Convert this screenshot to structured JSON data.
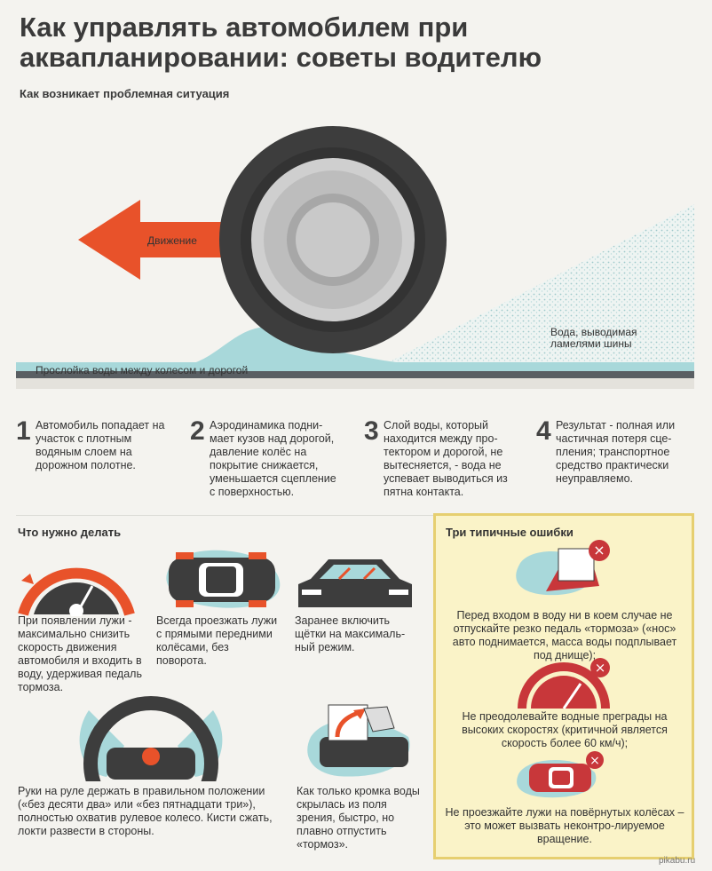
{
  "header": {
    "title": "Как управлять автомобилем при аквапланировании: советы водителю",
    "subtitle": "Как возникает проблемная ситуация"
  },
  "illustration": {
    "arrow_label": "Движение",
    "water_label": "Вода, выводимая ламелями шины",
    "layer_label": "Прослойка воды между колесом и дорогой"
  },
  "steps": [
    {
      "num": "1",
      "text": "Автомобиль попадает на участок с плотным водяным слоем на дорожном полотне."
    },
    {
      "num": "2",
      "text": "Аэродинамика подни-мает кузов над дорогой, давление колёс на покрытие снижается, уменьшается сцепление с поверхностью."
    },
    {
      "num": "3",
      "text": "Слой воды, который находится между про-тектором и дорогой, не вытесняется, - вода не успевает выводиться из пятна контакта."
    },
    {
      "num": "4",
      "text": "Результат - полная или частичная потеря сце-пления; транспортное средство практически неуправляемо."
    }
  ],
  "todo": {
    "title": "Что нужно делать",
    "tips": [
      "При появлении лужи - максимально снизить скорость движения автомобиля и входить в воду, удерживая педаль тормоза.",
      "Всегда проезжать лужи с прямыми передними колёсами, без поворота.",
      "Заранее включить щётки на максималь-ный режим.",
      "Руки на руле держать в правильном положении («без десяти два» или «без пятнадцати три»), полностью охватив рулевое колесо. Кисти сжать, локти развести в стороны.",
      "Как только кромка воды скрылась из поля зрения, быстро, но плавно отпустить «тормоз»."
    ]
  },
  "mistakes": {
    "title": "Три типичные ошибки",
    "items": [
      "Перед входом в воду ни в коем случае не отпускайте резко педаль «тормоза» («нос» авто поднимается, масса воды подплывает под днище);",
      "Не преодолевайте водные преграды на высоких скоростях (критичной является скорость более 60 км/ч);",
      "Не проезжайте лужи на повёрнутых колёсах – это может вызвать неконтро-лируемое вращение."
    ]
  },
  "watermark": "pikabu.ru",
  "colors": {
    "accent": "#e8522a",
    "water": "#a8d8da",
    "tire": "#3d3d3d",
    "box_bg": "#faf3c8",
    "box_border": "#e6cf70",
    "danger": "#c8373a"
  }
}
